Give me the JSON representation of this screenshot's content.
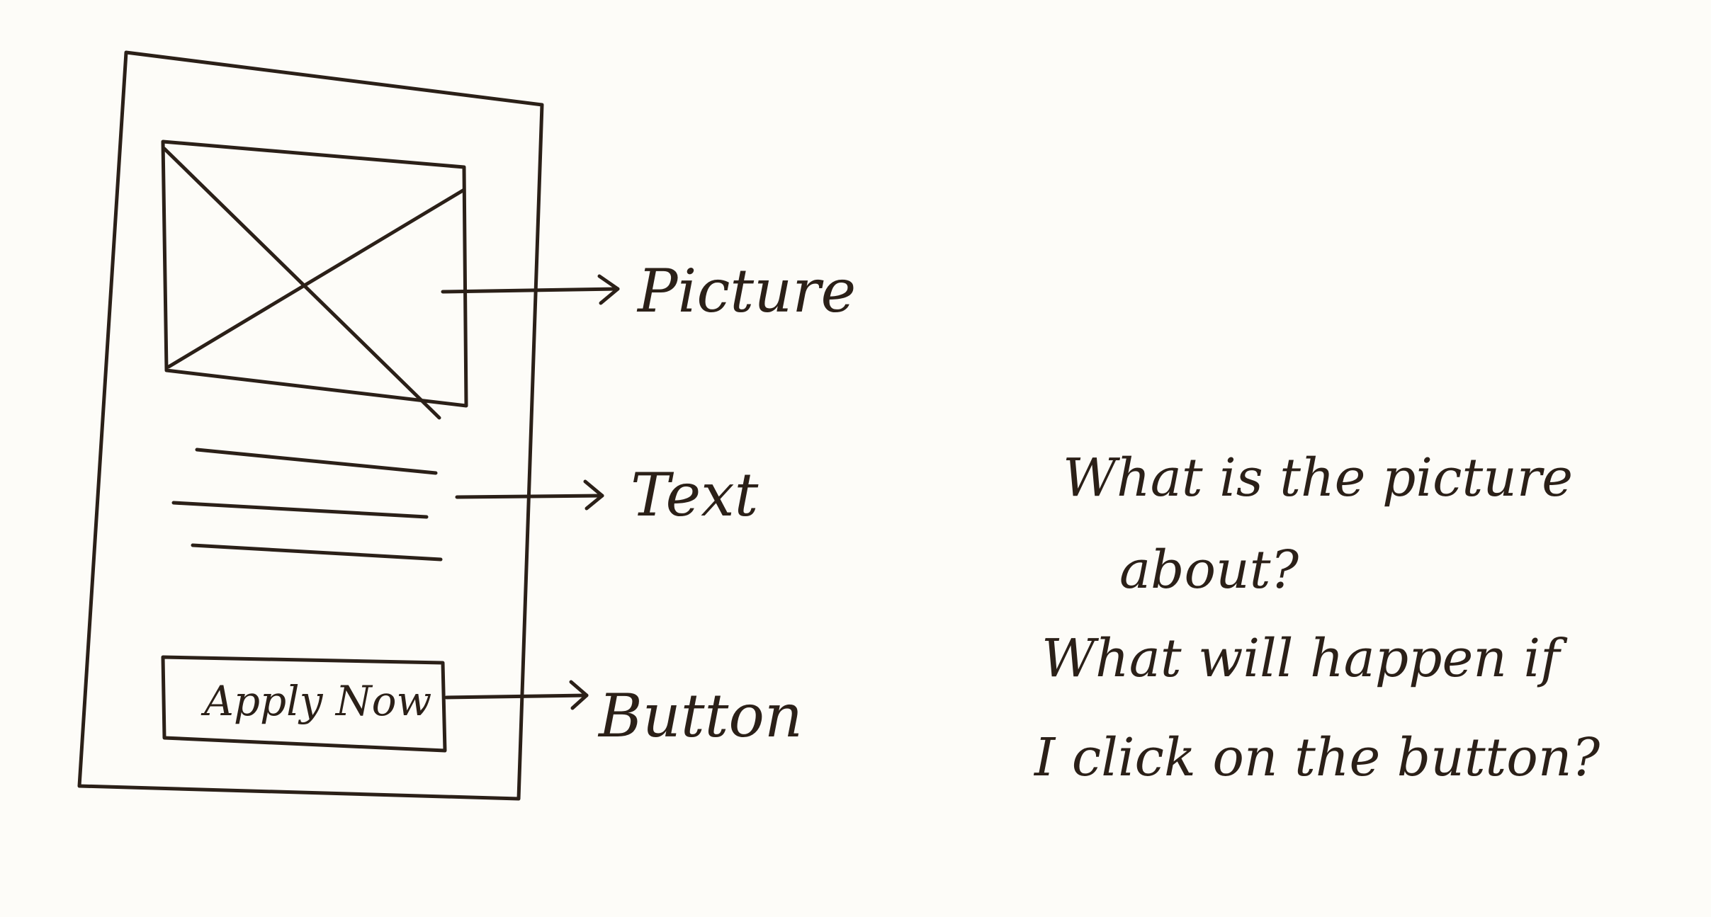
{
  "wireframe": {
    "button_text": "Apply Now"
  },
  "annotations": {
    "picture_label": "Picture",
    "text_label": "Text",
    "button_label": "Button"
  },
  "notes": {
    "lines": [
      "What is the picture",
      "about?",
      "What will happen if",
      "I click on the button?"
    ]
  },
  "colors": {
    "ink": "#2b2018",
    "paper": "#fdfcf8"
  }
}
